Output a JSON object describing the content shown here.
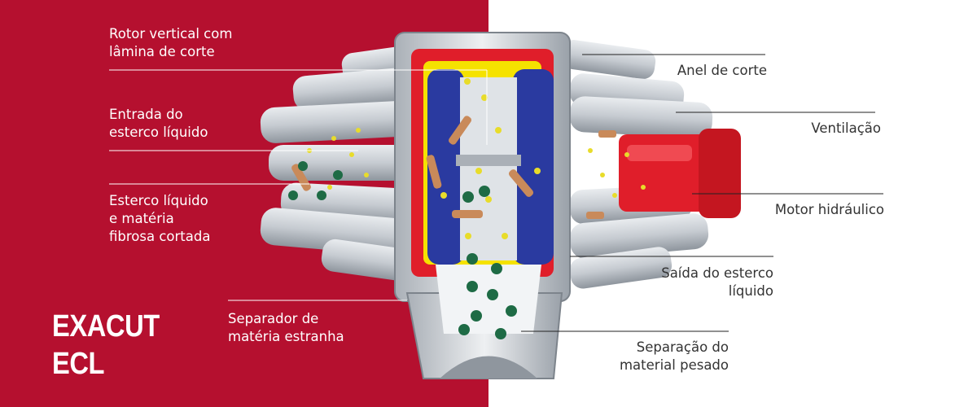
{
  "brand": {
    "line1": "EXACUT",
    "line2": "ECL"
  },
  "colors": {
    "brand_red": "#b5102f",
    "motor_red": "#e01e2a",
    "rotor_blue": "#2a3aa0",
    "rotor_yellow": "#f5e200"
  },
  "labels": {
    "rotor": "Rotor vertical com\nlâmina de corte",
    "inlet": "Entrada do\nesterco líquido",
    "cut": "Esterco líquido\ne matéria\nfibrosa cortada",
    "separator": "Separador de\nmatéria estranha",
    "ring": "Anel de corte",
    "ventilation": "Ventilação",
    "motor": "Motor hidráulico",
    "outlet": "Saída do esterco\nlíquido",
    "heavy": "Separação do\nmaterial pesado"
  }
}
